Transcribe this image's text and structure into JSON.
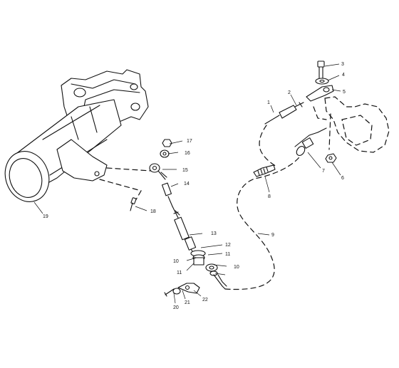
{
  "callouts": {
    "c1": "1",
    "c2": "2",
    "c3": "3",
    "c4": "4",
    "c5": "5",
    "c6": "6",
    "c7": "7",
    "c8": "8",
    "c9": "9",
    "c10a": "10",
    "c10b": "10",
    "c11a": "11",
    "c11b": "11",
    "c12": "12",
    "c13": "13",
    "c14": "14",
    "c15": "15",
    "c16": "16",
    "c17": "17",
    "c18": "18",
    "c19": "19",
    "c20": "20",
    "c21": "21",
    "c22": "22"
  }
}
